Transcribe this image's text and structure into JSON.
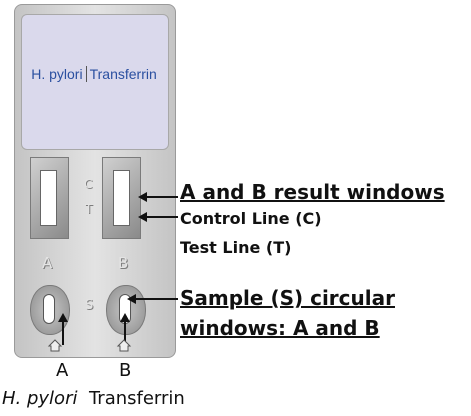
{
  "cassette": {
    "label_left": "H. pylori",
    "label_right": "Transferrin",
    "line_c": "C",
    "line_t": "T",
    "letter_a": "A",
    "letter_b": "B",
    "letter_s": "S"
  },
  "annotations": {
    "result_windows": "A and B result windows",
    "control_line": "Control Line (C)",
    "test_line": "Test Line (T)",
    "sample_line1": "Sample (S) circular",
    "sample_line2": "windows: A and B"
  },
  "sample_labels": {
    "a": "A",
    "b": "B"
  },
  "caption": {
    "left": "H. pylori",
    "right": "Transferrin"
  },
  "colors": {
    "label_text": "#2a4fa0",
    "label_area": "#dad9ec",
    "cassette_body": "#d6d6d6"
  }
}
